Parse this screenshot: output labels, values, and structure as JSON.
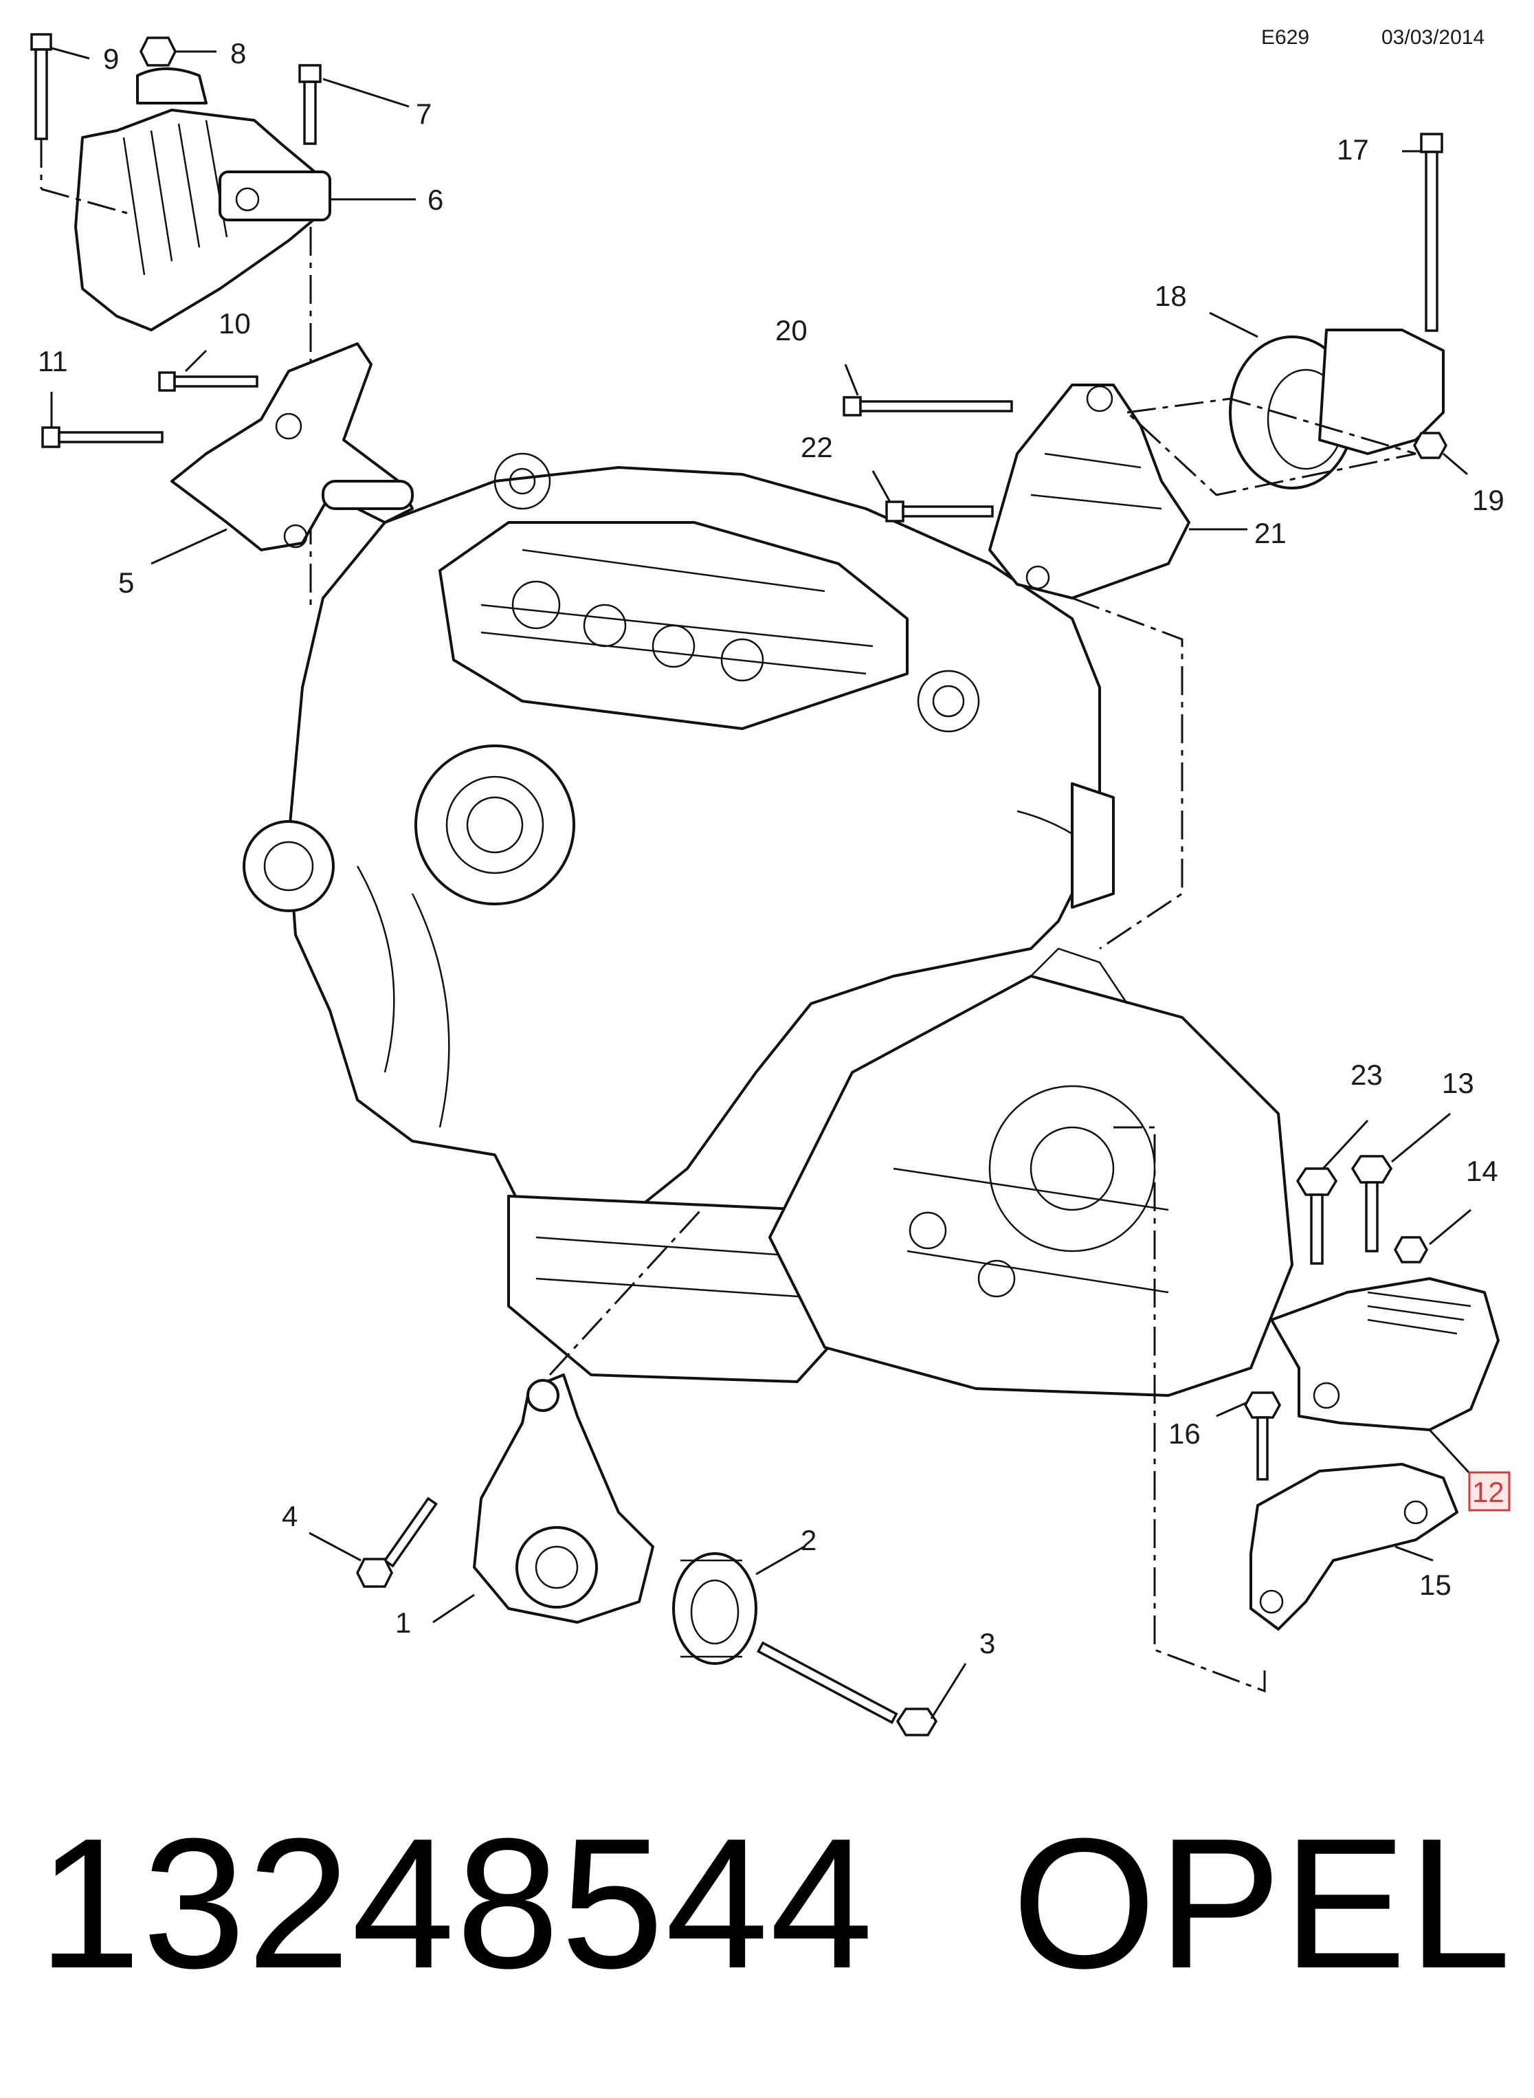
{
  "header": {
    "code": "E629",
    "date": "03/03/2014"
  },
  "callouts": [
    {
      "id": "c1",
      "label": "1"
    },
    {
      "id": "c2",
      "label": "2"
    },
    {
      "id": "c3",
      "label": "3"
    },
    {
      "id": "c4",
      "label": "4"
    },
    {
      "id": "c5",
      "label": "5"
    },
    {
      "id": "c6",
      "label": "6"
    },
    {
      "id": "c7",
      "label": "7"
    },
    {
      "id": "c8",
      "label": "8"
    },
    {
      "id": "c9",
      "label": "9"
    },
    {
      "id": "c10",
      "label": "10"
    },
    {
      "id": "c11",
      "label": "11"
    },
    {
      "id": "c12",
      "label": "12",
      "highlighted": true
    },
    {
      "id": "c13",
      "label": "13"
    },
    {
      "id": "c14",
      "label": "14"
    },
    {
      "id": "c15",
      "label": "15"
    },
    {
      "id": "c16",
      "label": "16"
    },
    {
      "id": "c17",
      "label": "17"
    },
    {
      "id": "c18",
      "label": "18"
    },
    {
      "id": "c19",
      "label": "19"
    },
    {
      "id": "c20",
      "label": "20"
    },
    {
      "id": "c21",
      "label": "21"
    },
    {
      "id": "c22",
      "label": "22"
    },
    {
      "id": "c23",
      "label": "23"
    }
  ],
  "footer": {
    "part_number": "13248544",
    "brand": "OPEL"
  },
  "colors": {
    "line": "#111111",
    "highlight": "#d23b3b",
    "highlight_bg": "#fde8e8"
  }
}
